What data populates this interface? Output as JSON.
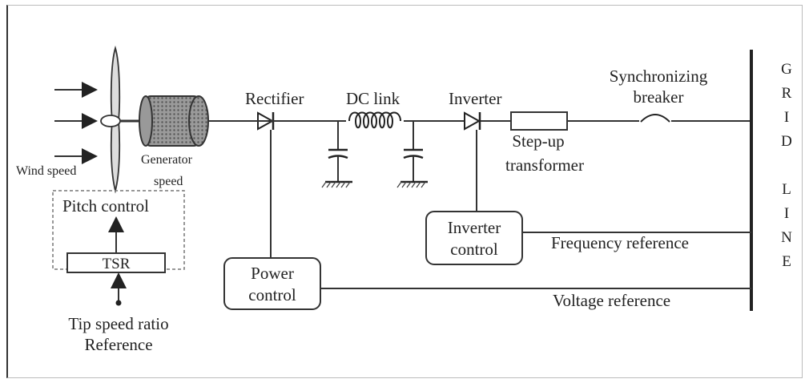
{
  "diagram": {
    "labels": {
      "wind_speed": "Wind speed",
      "generator_speed_line1": "Generator",
      "generator_speed_line2": "speed",
      "pitch_control": "Pitch control",
      "tsr": "TSR",
      "tip_speed_ratio_line1": "Tip speed ratio",
      "tip_speed_ratio_line2": "Reference",
      "rectifier": "Rectifier",
      "dc_link": "DC link",
      "inverter": "Inverter",
      "step_up_line1": "Step-up",
      "step_up_line2": "transformer",
      "sync_breaker_line1": "Synchronizing",
      "sync_breaker_line2": "breaker",
      "power_control_line1": "Power",
      "power_control_line2": "control",
      "inverter_control_line1": "Inverter",
      "inverter_control_line2": "control",
      "frequency_reference": "Frequency reference",
      "voltage_reference": "Voltage reference"
    },
    "grid_line_letters": [
      "G",
      "R",
      "I",
      "D",
      "",
      "L",
      "I",
      "N",
      "E"
    ]
  }
}
